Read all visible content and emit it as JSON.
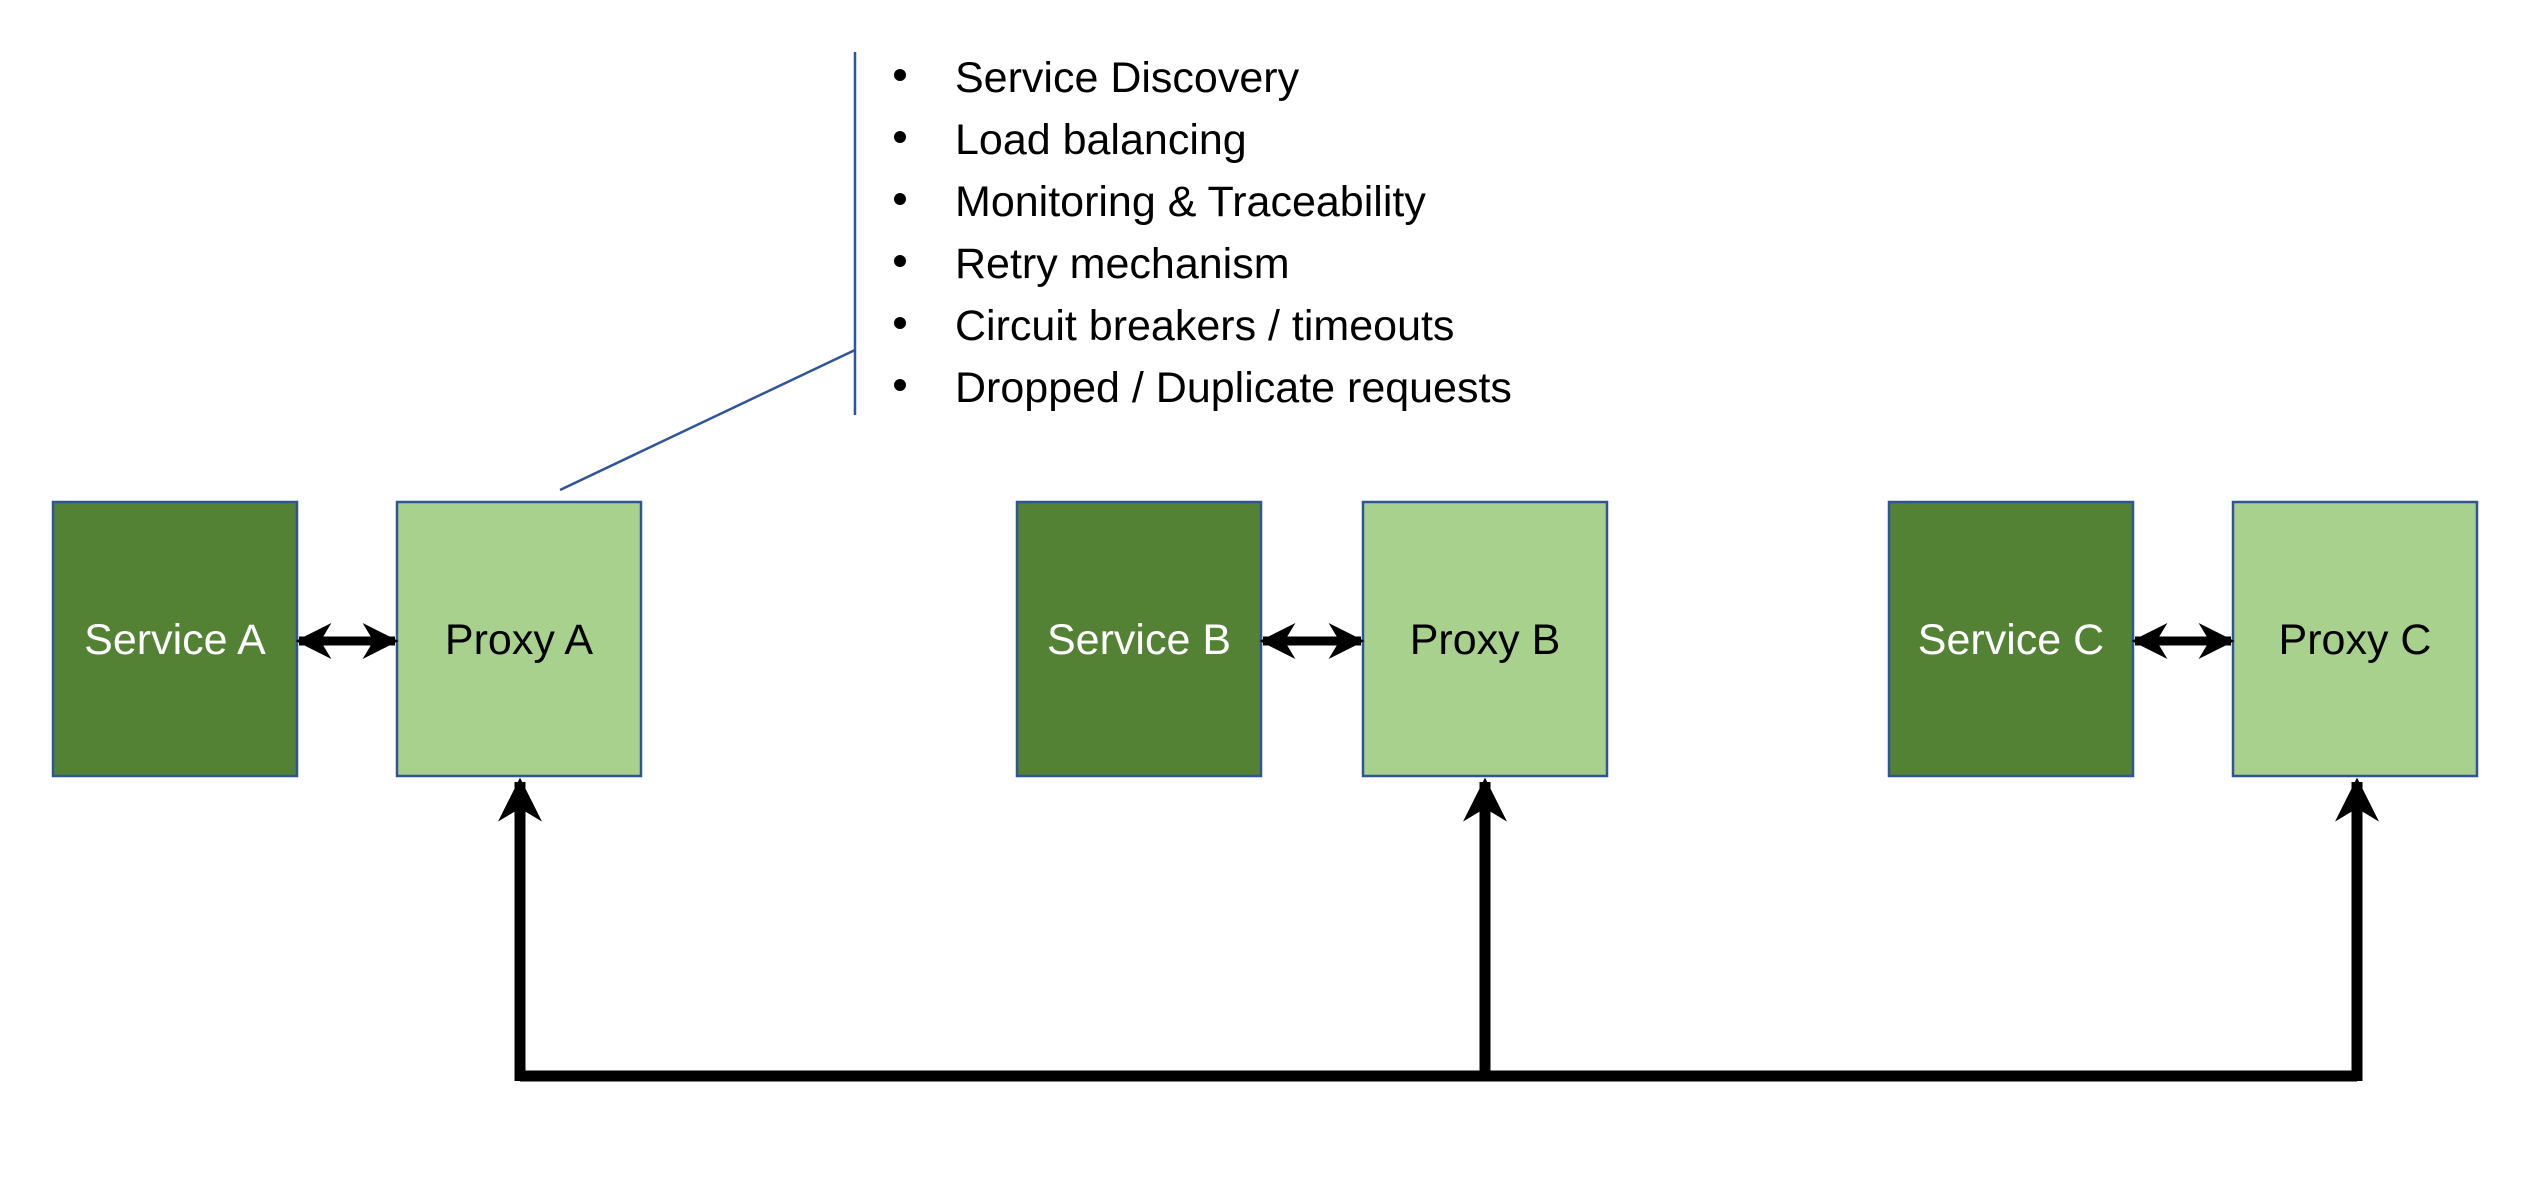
{
  "callout": {
    "items": [
      "Service Discovery",
      "Load balancing",
      "Monitoring & Traceability",
      "Retry mechanism",
      "Circuit breakers / timeouts",
      "Dropped / Duplicate requests"
    ]
  },
  "nodes": {
    "service_a": "Service A",
    "proxy_a": "Proxy A",
    "service_b": "Service B",
    "proxy_b": "Proxy B",
    "service_c": "Service C",
    "proxy_c": "Proxy C"
  },
  "colors": {
    "service_fill": "#548235",
    "proxy_fill": "#A9D18E",
    "box_border": "#2F5597",
    "callout_line": "#2F5597",
    "service_text": "#FFFFFF",
    "proxy_text": "#000000",
    "connector": "#000000"
  }
}
